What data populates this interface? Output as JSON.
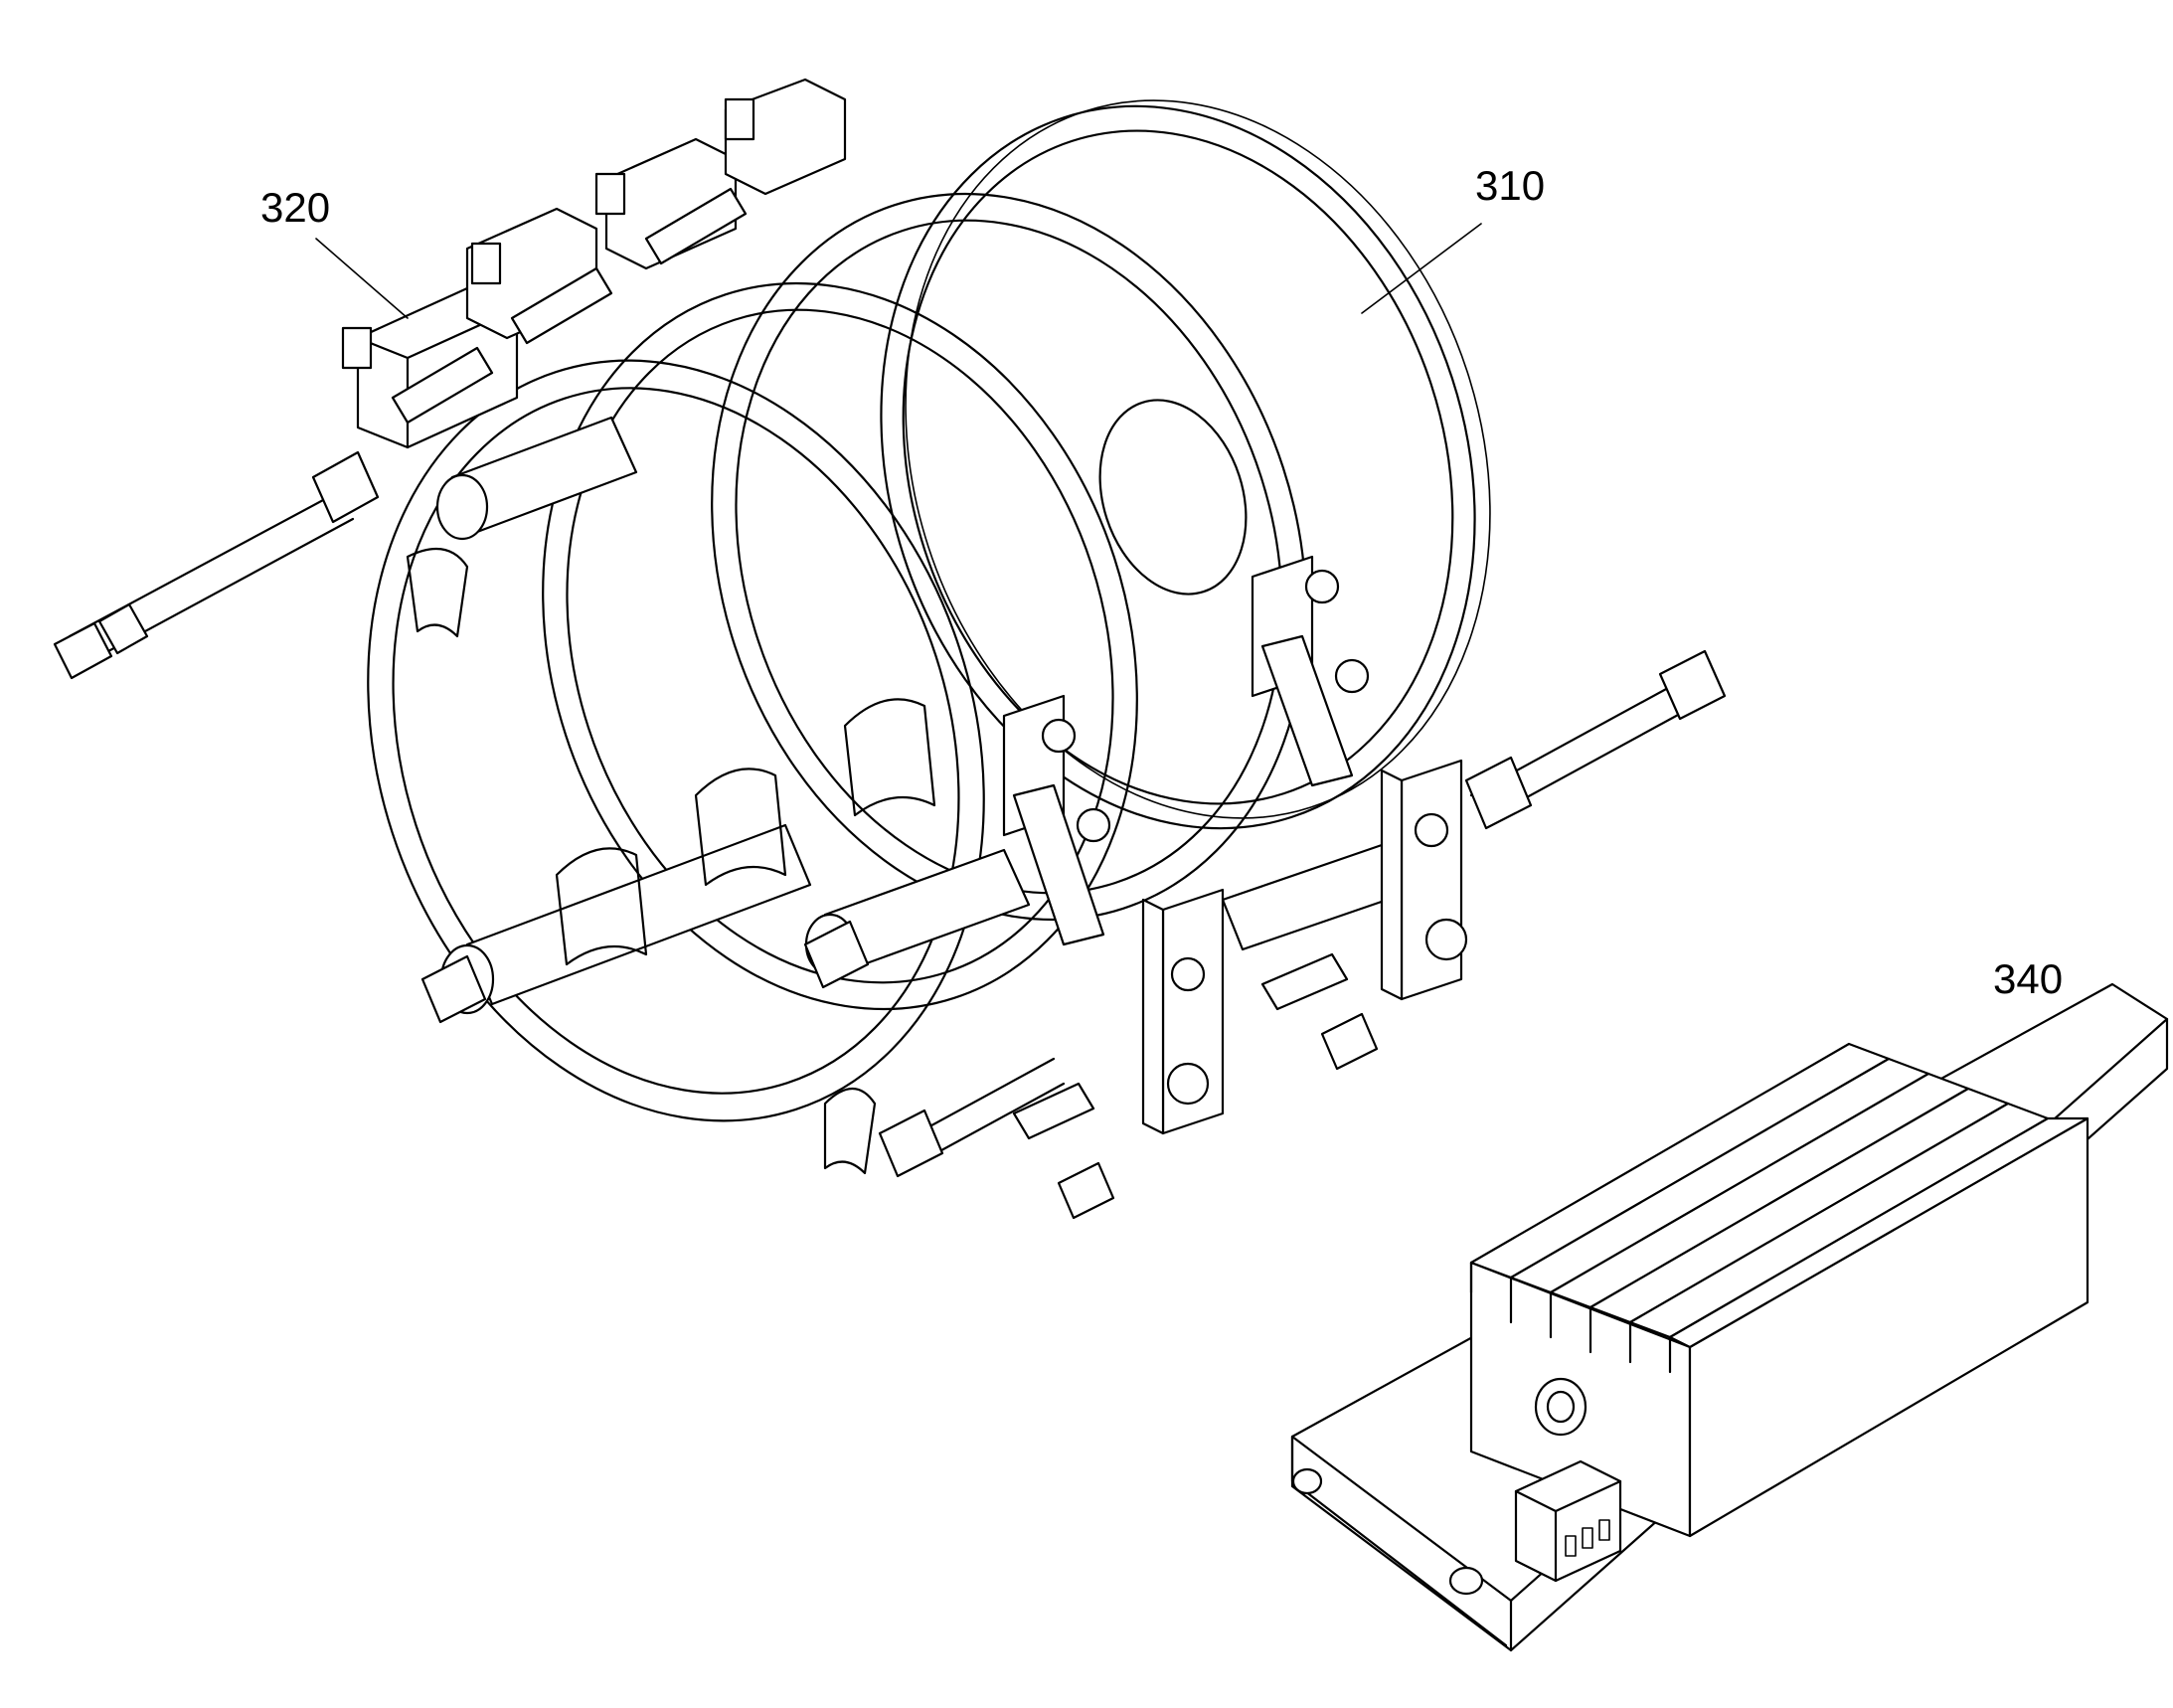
{
  "figure": {
    "labels": {
      "label_320": "320",
      "label_310": "310",
      "label_340": "340"
    }
  },
  "colors": {
    "ink": "#000000",
    "paper": "#ffffff"
  }
}
